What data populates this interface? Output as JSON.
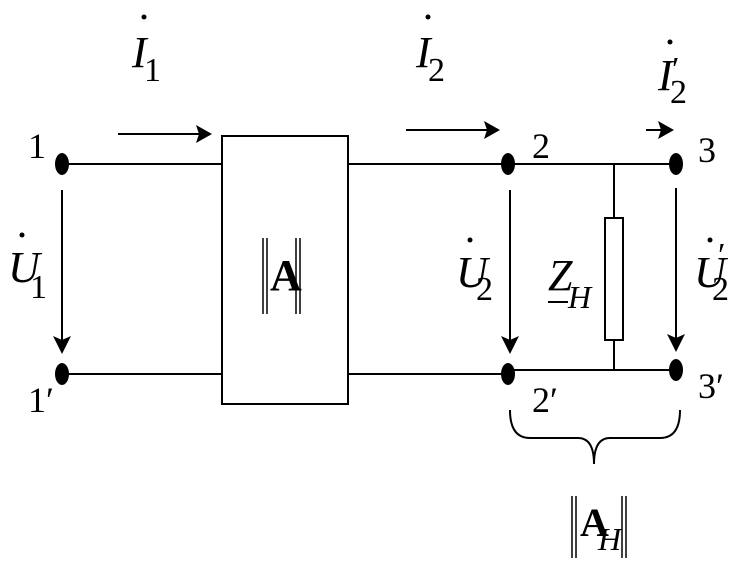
{
  "nodes": {
    "n1": "1",
    "n1p": "1′",
    "n2": "2",
    "n2p": "2′",
    "n3": "3",
    "n3p": "3′"
  },
  "currents": {
    "i1_symbol": "I",
    "i1_sub": "1",
    "i2_symbol": "I",
    "i2_sub": "2",
    "i2p_symbol": "I",
    "i2p_sub": "2",
    "i2p_prime": "′"
  },
  "voltages": {
    "u1_symbol": "U",
    "u1_sub": "1",
    "u2_symbol": "U",
    "u2_sub": "2",
    "u2p_symbol": "U",
    "u2p_sub": "2",
    "u2p_prime": "′"
  },
  "block": {
    "matrix_symbol": "A"
  },
  "load": {
    "symbol": "Z",
    "sub": "H"
  },
  "equivalent": {
    "matrix_symbol": "A",
    "sub": "H"
  }
}
